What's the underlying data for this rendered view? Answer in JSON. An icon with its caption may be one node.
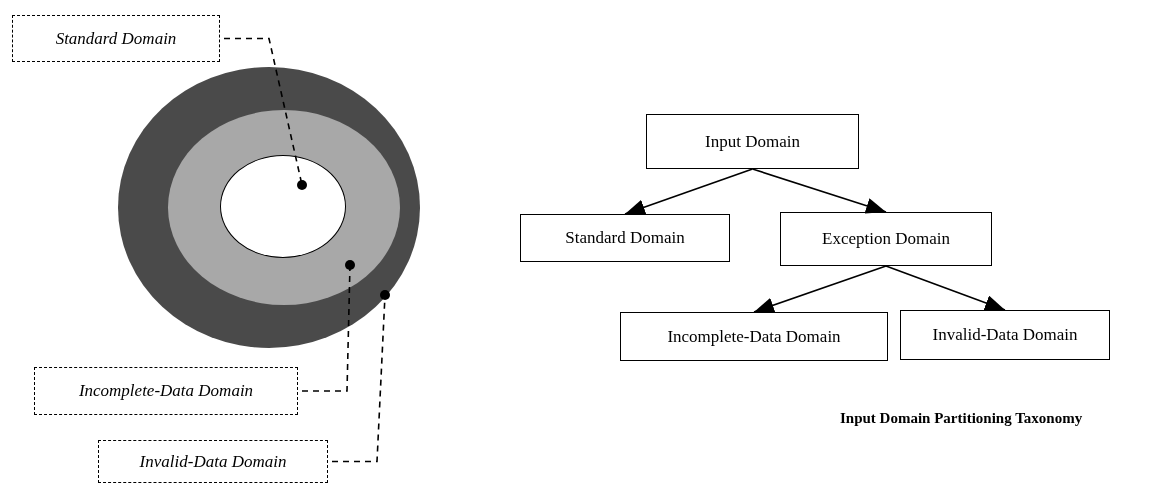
{
  "diagram": {
    "caption": "Input Domain Partitioning Taxonomy",
    "nodes": [
      {
        "text": [
          "Standard Domain"
        ]
      },
      {
        "text": [],
        "shape": "ellipse"
      },
      {
        "text": [],
        "shape": "ellipse",
        "in": 1
      },
      {
        "text": [],
        "shape": "ellipse",
        "in": 2
      },
      {
        "text": [
          "Incomplete-Data Domain"
        ]
      },
      {
        "text": [
          "Invalid-Data Domain"
        ]
      },
      {
        "text": [
          "Input Domain"
        ]
      },
      {
        "text": [
          "Standard Domain"
        ]
      },
      {
        "text": [
          "Exception Domain"
        ]
      },
      {
        "text": [
          "Incomplete-Data Domain"
        ]
      },
      {
        "text": [
          "Invalid-Data Domain"
        ]
      }
    ],
    "edges": [
      {
        "from": 0,
        "to": 3,
        "arrow": "other",
        "style": "dashed"
      },
      {
        "from": 4,
        "to": 2,
        "arrow": "other",
        "style": "dashed"
      },
      {
        "from": 5,
        "to": 1,
        "arrow": "other",
        "style": "dashed"
      },
      {
        "from": 6,
        "to": 7,
        "arrow": "to"
      },
      {
        "from": 6,
        "to": 8,
        "arrow": "to"
      },
      {
        "from": 8,
        "to": 9,
        "arrow": "to"
      },
      {
        "from": 8,
        "to": 10,
        "arrow": "to"
      }
    ]
  }
}
